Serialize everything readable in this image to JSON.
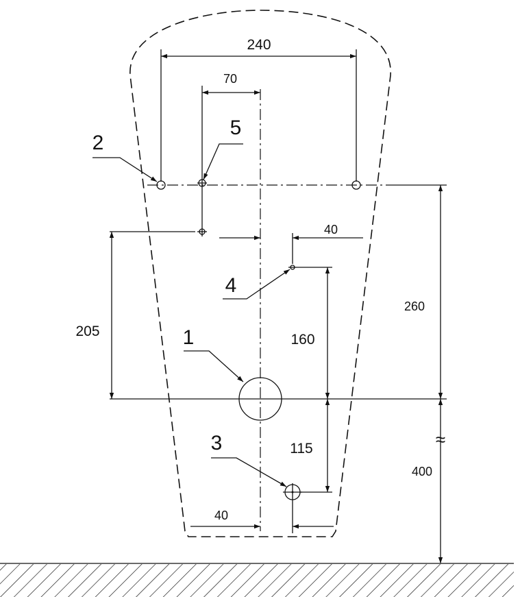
{
  "dimensions": {
    "d240": "240",
    "d70": "70",
    "d260": "260",
    "d400": "400",
    "d205": "205",
    "d160": "160",
    "d115": "115",
    "d40_top": "40",
    "d40_bottom": "40"
  },
  "labels": {
    "l1": "1",
    "l2": "2",
    "l3": "3",
    "l4": "4",
    "l5": "5"
  },
  "symbols": {
    "break": "≈"
  }
}
